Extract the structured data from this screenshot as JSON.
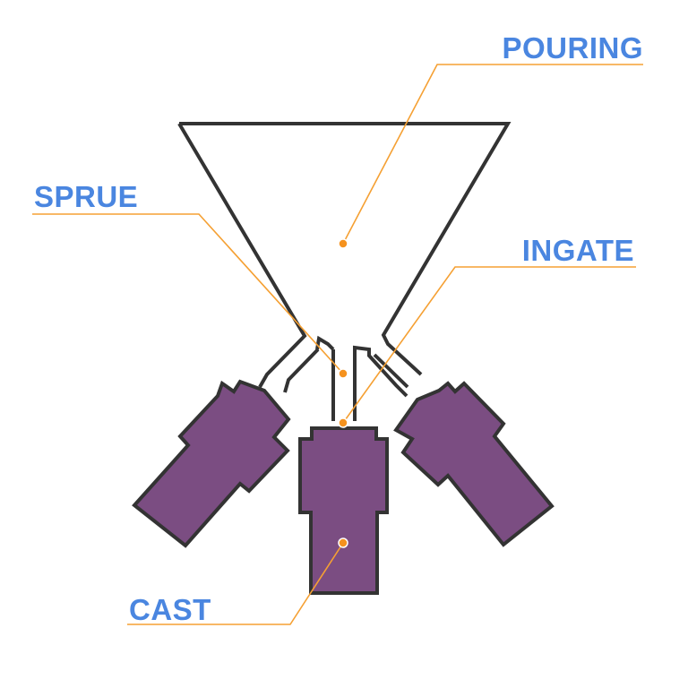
{
  "diagram": {
    "colors": {
      "label_text": "#4a86e0",
      "leader_line": "#f5a033",
      "marker_dot": "#f5921e",
      "outline": "#333333",
      "cast_fill": "#7b4d82",
      "background": "#ffffff"
    },
    "labels": {
      "pouring": "POURING",
      "sprue": "SPRUE",
      "ingate": "INGATE",
      "cast": "CAST"
    }
  }
}
